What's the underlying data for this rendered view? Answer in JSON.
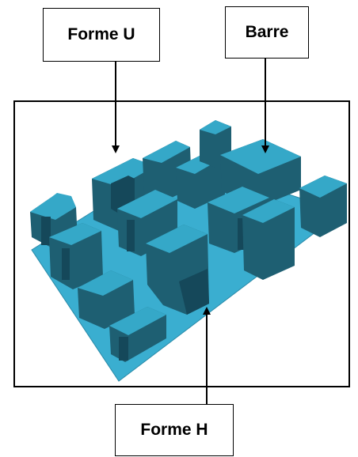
{
  "labels": {
    "forme_u": "Forme U",
    "barre": "Barre",
    "forme_h": "Forme H"
  },
  "colors": {
    "plate": "#3aaed0",
    "top": "#35a8c8",
    "side": "#1e5f72",
    "side_dark": "#15485a"
  }
}
